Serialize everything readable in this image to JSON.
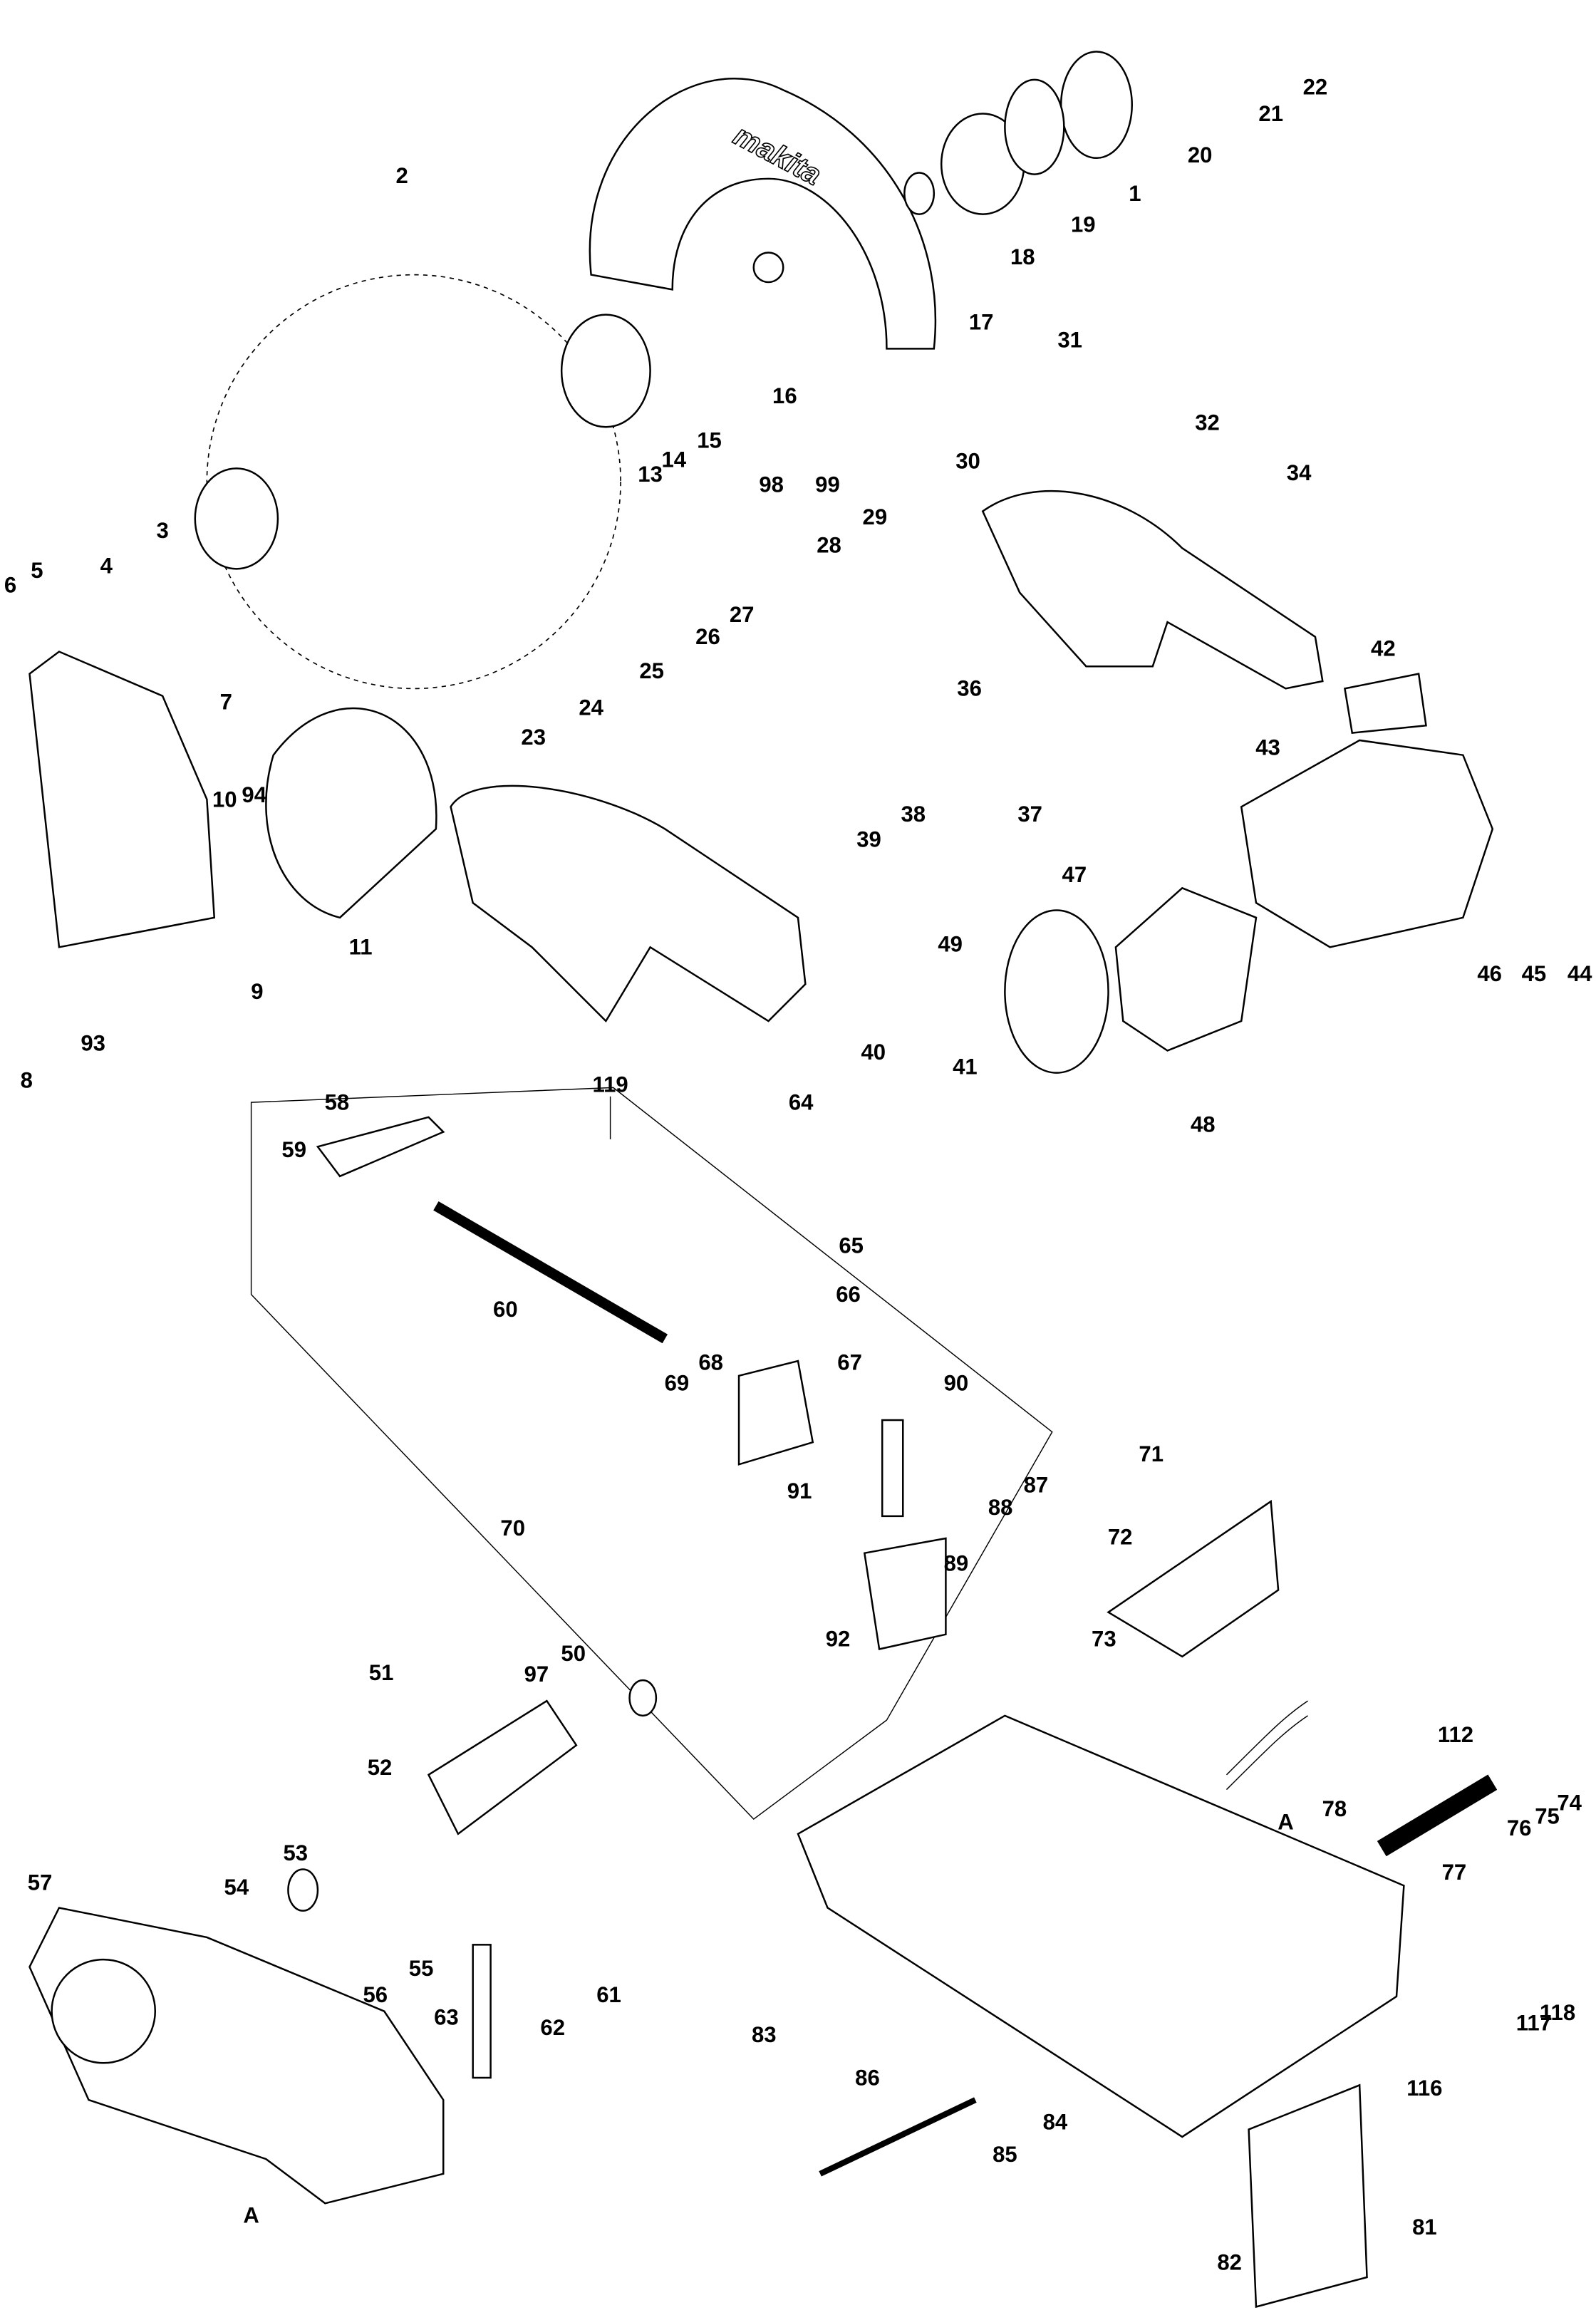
{
  "diagram": {
    "brand_logo": "makita",
    "part_labels": [
      "1",
      "2",
      "3",
      "4",
      "5",
      "6",
      "7",
      "8",
      "9",
      "10",
      "11",
      "13",
      "14",
      "15",
      "16",
      "17",
      "18",
      "19",
      "20",
      "21",
      "22",
      "23",
      "24",
      "25",
      "26",
      "27",
      "28",
      "29",
      "30",
      "31",
      "32",
      "34",
      "36",
      "37",
      "38",
      "39",
      "40",
      "41",
      "42",
      "43",
      "44",
      "45",
      "46",
      "47",
      "48",
      "49",
      "50",
      "51",
      "52",
      "53",
      "54",
      "55",
      "56",
      "57",
      "58",
      "59",
      "60",
      "61",
      "62",
      "63",
      "64",
      "65",
      "66",
      "67",
      "68",
      "69",
      "70",
      "71",
      "72",
      "73",
      "74",
      "75",
      "76",
      "77",
      "78",
      "81",
      "82",
      "83",
      "84",
      "85",
      "86",
      "87",
      "88",
      "89",
      "90",
      "91",
      "92",
      "93",
      "94",
      "97",
      "98",
      "99",
      "112",
      "116",
      "117",
      "118",
      "119"
    ],
    "connector_labels": [
      "A",
      "A"
    ]
  }
}
